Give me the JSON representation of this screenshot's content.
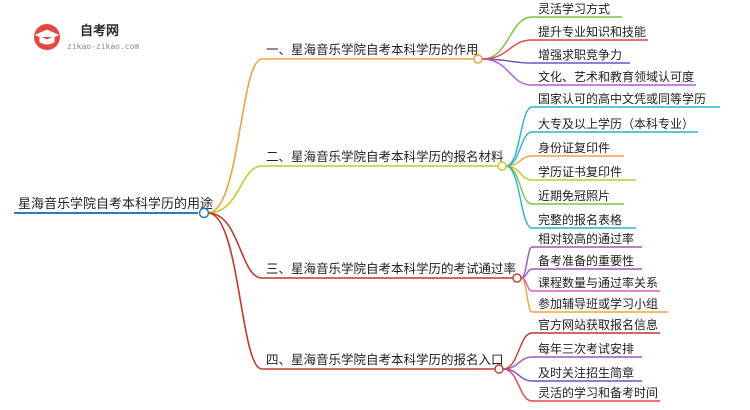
{
  "logo": {
    "title": "自考网",
    "subtitle": "zikao-zikao.com"
  },
  "root": {
    "label": "星海音乐学院自考本科学历的用途",
    "color": "#2b7bbf"
  },
  "branches": [
    {
      "label": "一、星海音乐学院自考本科学历的作用",
      "color": "#f0a23b",
      "leaves": [
        {
          "label": "灵活学习方式",
          "color": "#7ec242"
        },
        {
          "label": "提升专业知识和技能",
          "color": "#e8453c"
        },
        {
          "label": "增强求职竞争力",
          "color": "#6a55c5"
        },
        {
          "label": "文化、艺术和教育领域认可度",
          "color": "#b45ad0"
        }
      ]
    },
    {
      "label": "二、星海音乐学院自考本科学历的报名材料",
      "color": "#c7c731",
      "leaves": [
        {
          "label": "国家认可的高中文凭或同等学历",
          "color": "#2ab4cc"
        },
        {
          "label": "大专及以上学历（本科专业）",
          "color": "#2ab4cc"
        },
        {
          "label": "身份证复印件",
          "color": "#f0a23b"
        },
        {
          "label": "学历证书复印件",
          "color": "#c7c731"
        },
        {
          "label": "近期免冠照片",
          "color": "#7ec242"
        },
        {
          "label": "完整的报名表格",
          "color": "#2ab4cc"
        }
      ]
    },
    {
      "label": "三、星海音乐学院自考本科学历的考试通过率",
      "color": "#c0392b",
      "leaves": [
        {
          "label": "相对较高的通过率",
          "color": "#9b59b6"
        },
        {
          "label": "备考准备的重要性",
          "color": "#9b59b6"
        },
        {
          "label": "课程数量与通过率关系",
          "color": "#e056c8"
        },
        {
          "label": "参加辅导班或学习小组",
          "color": "#f0a23b"
        }
      ]
    },
    {
      "label": "四、星海音乐学院自考本科学历的报名入口",
      "color": "#c0392b",
      "leaves": [
        {
          "label": "官方网站获取报名信息",
          "color": "#c0392b"
        },
        {
          "label": "每年三次考试安排",
          "color": "#9b59b6"
        },
        {
          "label": "及时关注招生简章",
          "color": "#6a55c5"
        },
        {
          "label": "灵活的学习和备考时间",
          "color": "#e8453c"
        }
      ]
    }
  ]
}
